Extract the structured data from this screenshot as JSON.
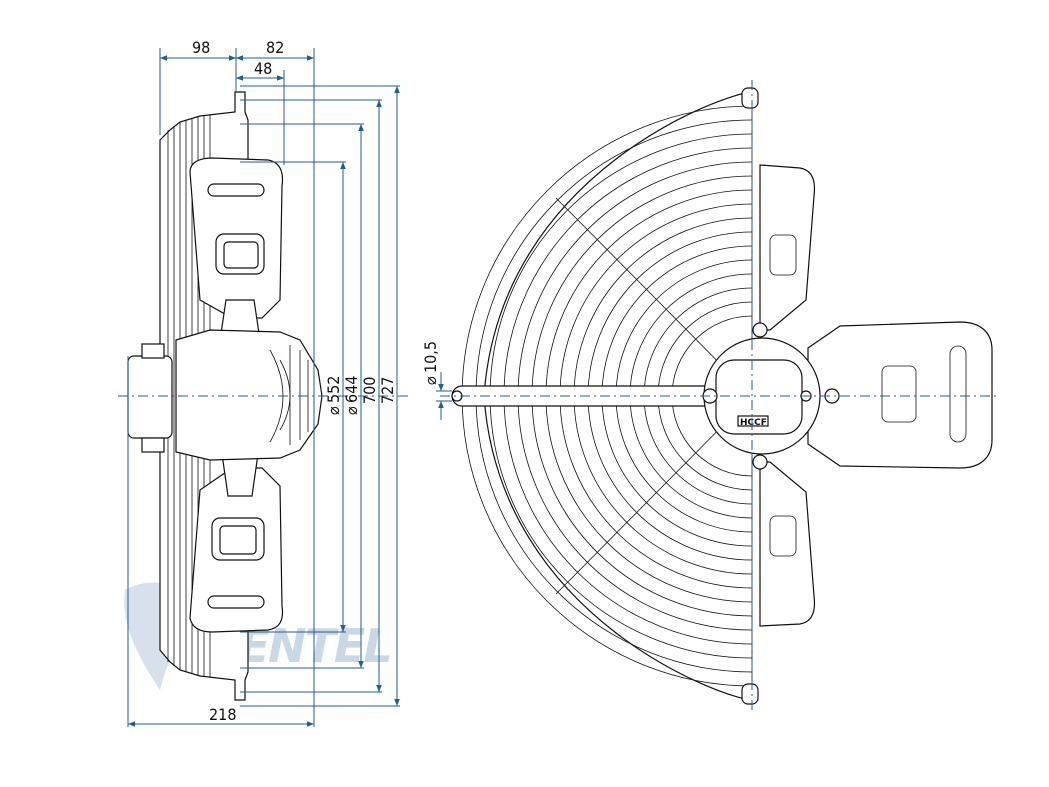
{
  "dimensions": {
    "top_left": "98",
    "top_right": "82",
    "inner_depth": "48",
    "bottom_depth": "218",
    "d552": "552",
    "d644": "644",
    "d700": "700",
    "d727": "727",
    "hole": "10,5",
    "diameter_symbol": "⌀"
  },
  "brand": {
    "watermark": "VENTEL",
    "plate": "HCCF"
  },
  "colors": {
    "dimension": "#1f5d99",
    "outline": "#111111",
    "watermark": "#b7cbe0"
  }
}
